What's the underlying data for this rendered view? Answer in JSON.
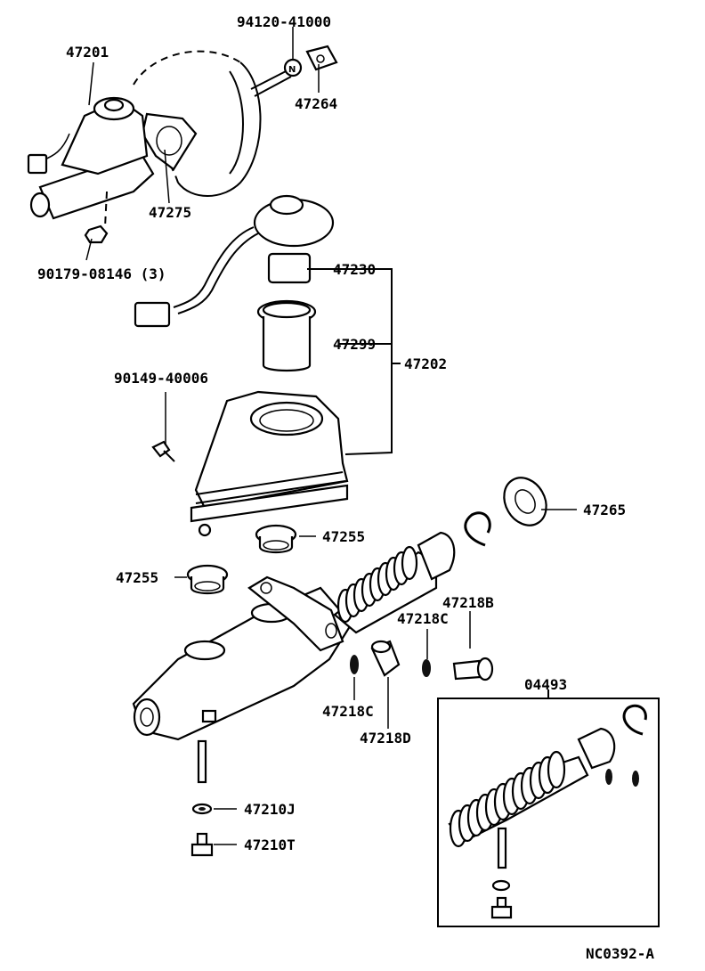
{
  "labels": {
    "p94120": "94120-41000",
    "p47201": "47201",
    "p47264": "47264",
    "p47275": "47275",
    "p90179": "90179-08146 (3)",
    "p47230": "47230",
    "p47299": "47299",
    "p47202": "47202",
    "p90149": "90149-40006",
    "p47265": "47265",
    "p47255a": "47255",
    "p47255b": "47255",
    "p47218B": "47218B",
    "p47218C_top": "47218C",
    "p47218C_bot": "47218C",
    "p47218D": "47218D",
    "p04493": "04493",
    "p47210J": "47210J",
    "p47210T": "47210T",
    "diagram_code": "NC0392-A",
    "nut_mark": "N"
  }
}
